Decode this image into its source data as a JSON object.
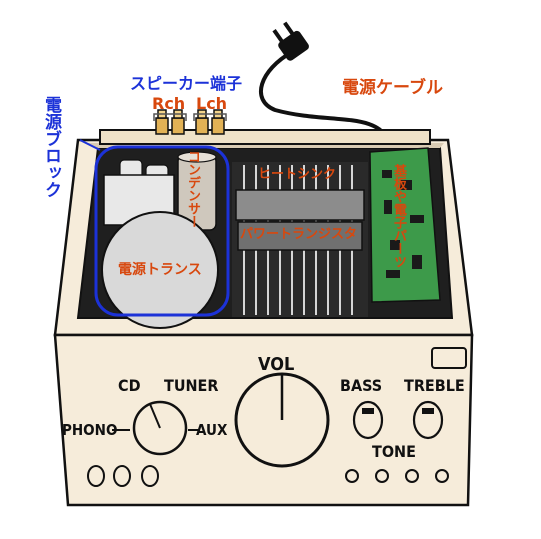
{
  "labels": {
    "speaker_terminal": "スピーカー端子",
    "rch": "Rch",
    "lch": "Lch",
    "power_cable": "電源ケーブル",
    "power_block": "電源ブロック",
    "capacitor": "コンデンサー",
    "heatsink": "ヒートシンク",
    "power_transistor": "パワートランジスタ",
    "board_parts": "基板や電子パーツ",
    "power_transformer": "電源トランス"
  },
  "panel": {
    "cd": "CD",
    "tuner": "TUNER",
    "phono": "PHONO",
    "aux": "AUX",
    "vol": "VOL",
    "bass": "BASS",
    "treble": "TREBLE",
    "tone": "TONE"
  },
  "colors": {
    "callout_blue": "#1c32d8",
    "callout_orange": "#d8480e",
    "chassis": "#f6ecda",
    "board_green": "#3d9a4a"
  }
}
